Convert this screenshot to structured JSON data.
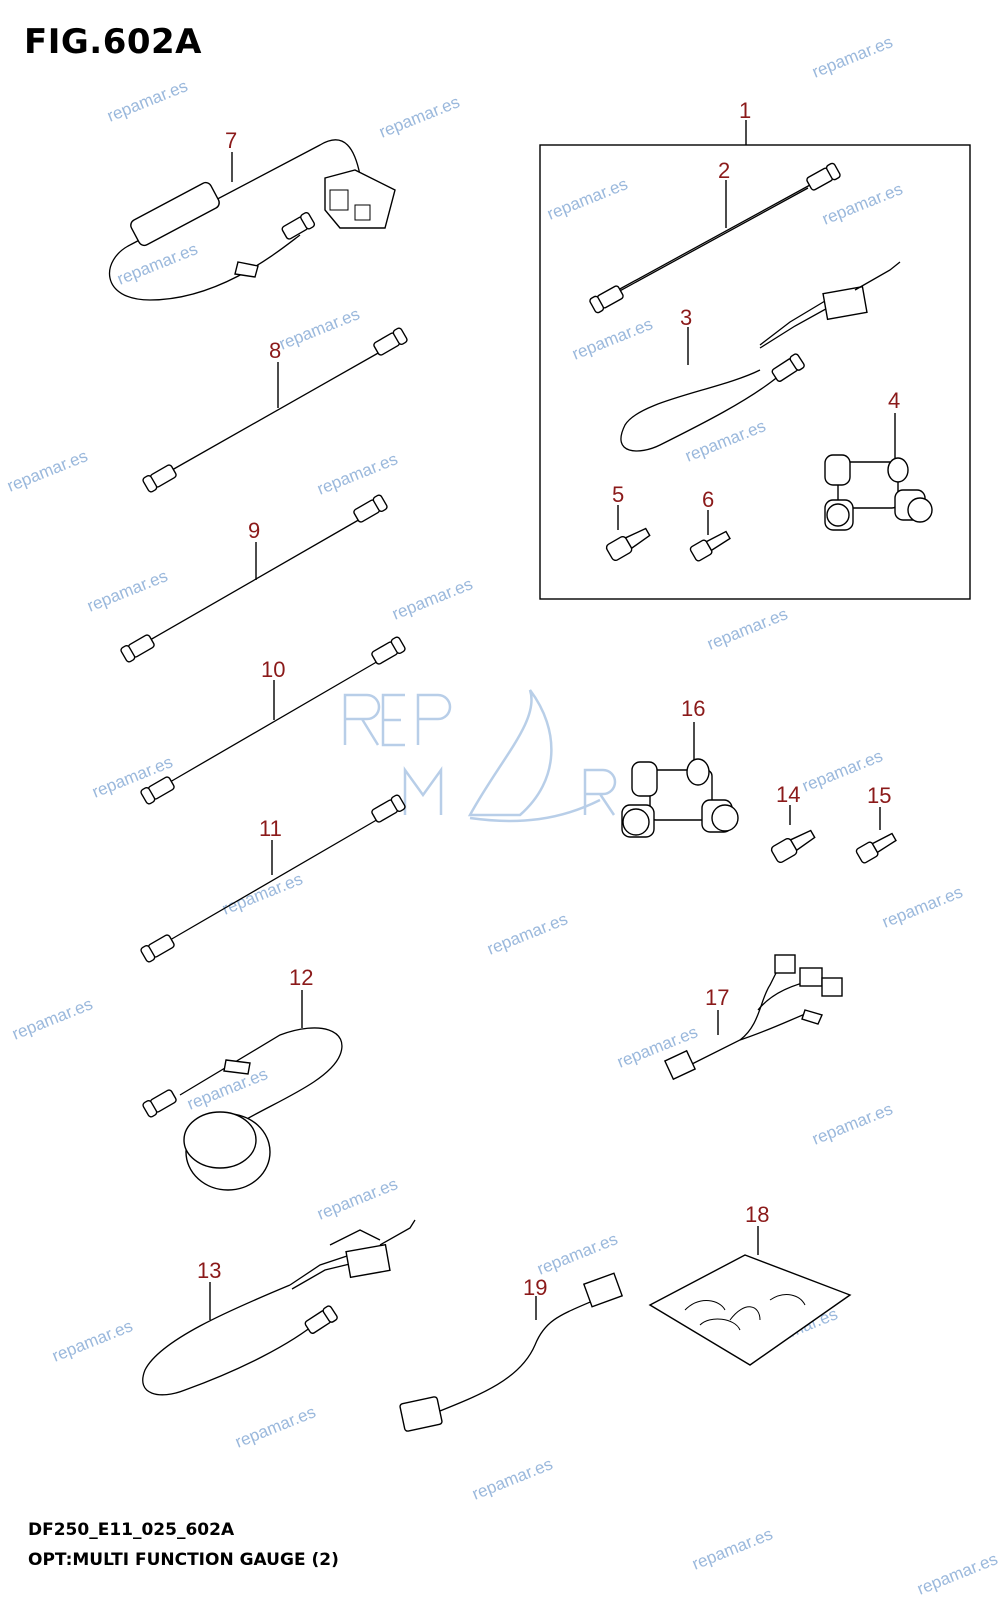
{
  "figure_title": "FIG.602A",
  "model_code": "DF250_E11_025_602A",
  "caption": "OPT:MULTI FUNCTION GAUGE (2)",
  "watermark_text": "repamar.es",
  "logo_text": "REPMAR",
  "callout_color": "#8b1a1a",
  "watermark_color": "#9ab8dc",
  "callouts": [
    "1",
    "2",
    "3",
    "4",
    "5",
    "6",
    "7",
    "8",
    "9",
    "10",
    "11",
    "12",
    "13",
    "14",
    "15",
    "16",
    "17",
    "18",
    "19"
  ]
}
